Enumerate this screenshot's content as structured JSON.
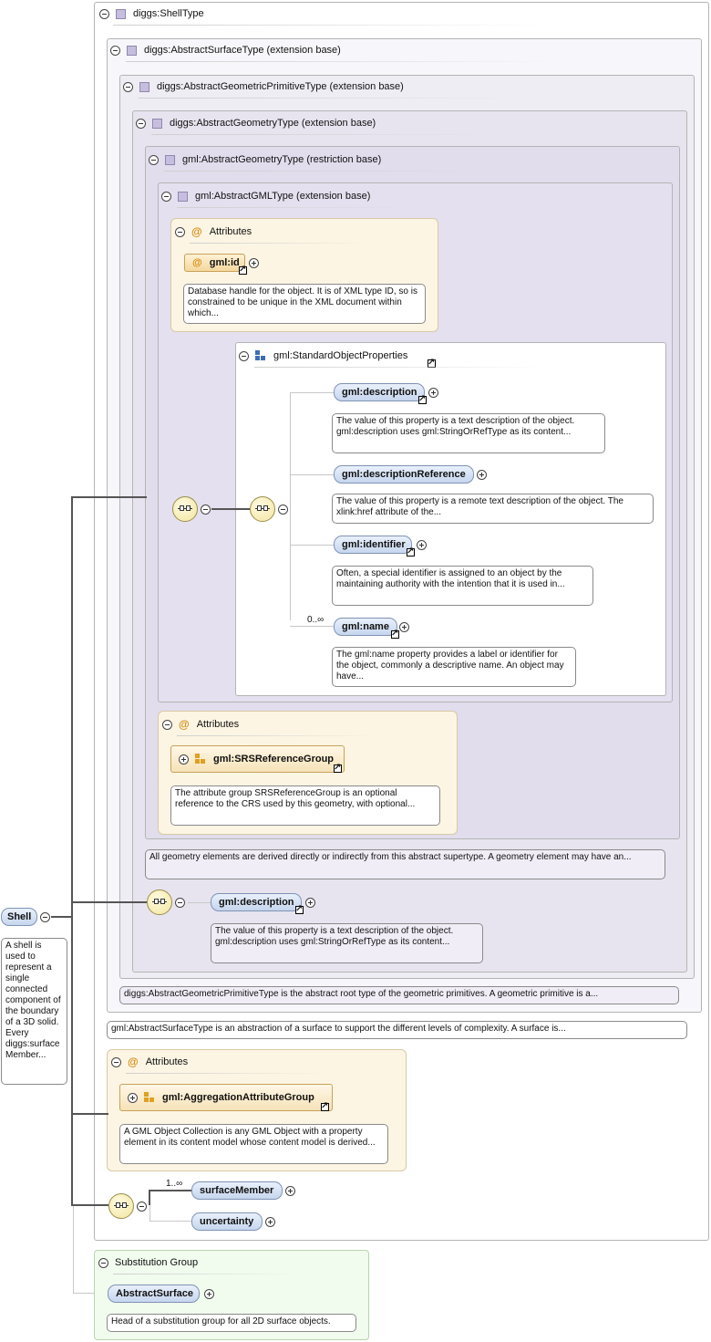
{
  "boxes": {
    "shell_type": "diggs:ShellType",
    "abstract_surface": "diggs:AbstractSurfaceType (extension base)",
    "abstract_geometric_primitive": "diggs:AbstractGeometricPrimitiveType (extension base)",
    "diggs_abstract_geometry": "diggs:AbstractGeometryType (extension base)",
    "gml_abstract_geometry": "gml:AbstractGeometryType (restriction base)",
    "gml_abstract_gml": "gml:AbstractGMLType (extension base)",
    "standard_object_properties": "gml:StandardObjectProperties",
    "substitution_group": "Substitution Group"
  },
  "attributes_label": "Attributes",
  "gml_id": {
    "name": "gml:id",
    "doc": "Database handle for the object. It is of XML type ID, so is constrained to be unique in the XML document within which..."
  },
  "standard_props": [
    {
      "name": "gml:description",
      "doc": "The value of this property is a text description of the object. gml:description uses gml:StringOrRefType as its content..."
    },
    {
      "name": "gml:descriptionReference",
      "doc": "The value of this property is a remote text description of the object. The xlink:href attribute of the..."
    },
    {
      "name": "gml:identifier",
      "doc": "Often, a special identifier is assigned to an object by the maintaining authority with the intention that it is used in..."
    },
    {
      "name": "gml:name",
      "doc": "The gml:name property provides a label or identifier for the object, commonly a descriptive name. An object may have...",
      "occurs": "0..∞"
    }
  ],
  "srs_group": {
    "name": "gml:SRSReferenceGroup",
    "doc": "The attribute group SRSReferenceGroup is an optional reference to the CRS used by this geometry, with optional..."
  },
  "gml_abstract_geometry_doc": "All geometry elements are derived directly or indirectly from this abstract supertype. A geometry element may have an...",
  "diggs_description": {
    "name": "gml:description",
    "doc": "The value of this property is a text description of the object. gml:description uses gml:StringOrRefType as its content..."
  },
  "abstract_geometric_primitive_doc": "diggs:AbstractGeometricPrimitiveType is the abstract root type of the geometric primitives. A geometric primitive is a...",
  "abstract_surface_doc": "gml:AbstractSurfaceType is an abstraction of a surface to support the different levels of complexity. A surface is...",
  "aggregation_group": {
    "name": "gml:AggregationAttributeGroup",
    "doc": "A GML Object Collection is any GML Object with a property element in its content model whose content model is derived..."
  },
  "sequence_elements": [
    {
      "name": "surfaceMember",
      "occurs": "1..∞"
    },
    {
      "name": "uncertainty"
    }
  ],
  "shell": {
    "name": "Shell",
    "doc": "A shell is used to represent a single connected component of the boundary of a 3D solid. Every diggs:surface Member..."
  },
  "substitution": {
    "name": "AbstractSurface",
    "doc": "Head of a substitution group for all 2D surface objects."
  },
  "colors": {
    "attribute_accent": "#d68a10",
    "element_pill": "#c6d6ee",
    "type_icon": "#c7bedf"
  }
}
